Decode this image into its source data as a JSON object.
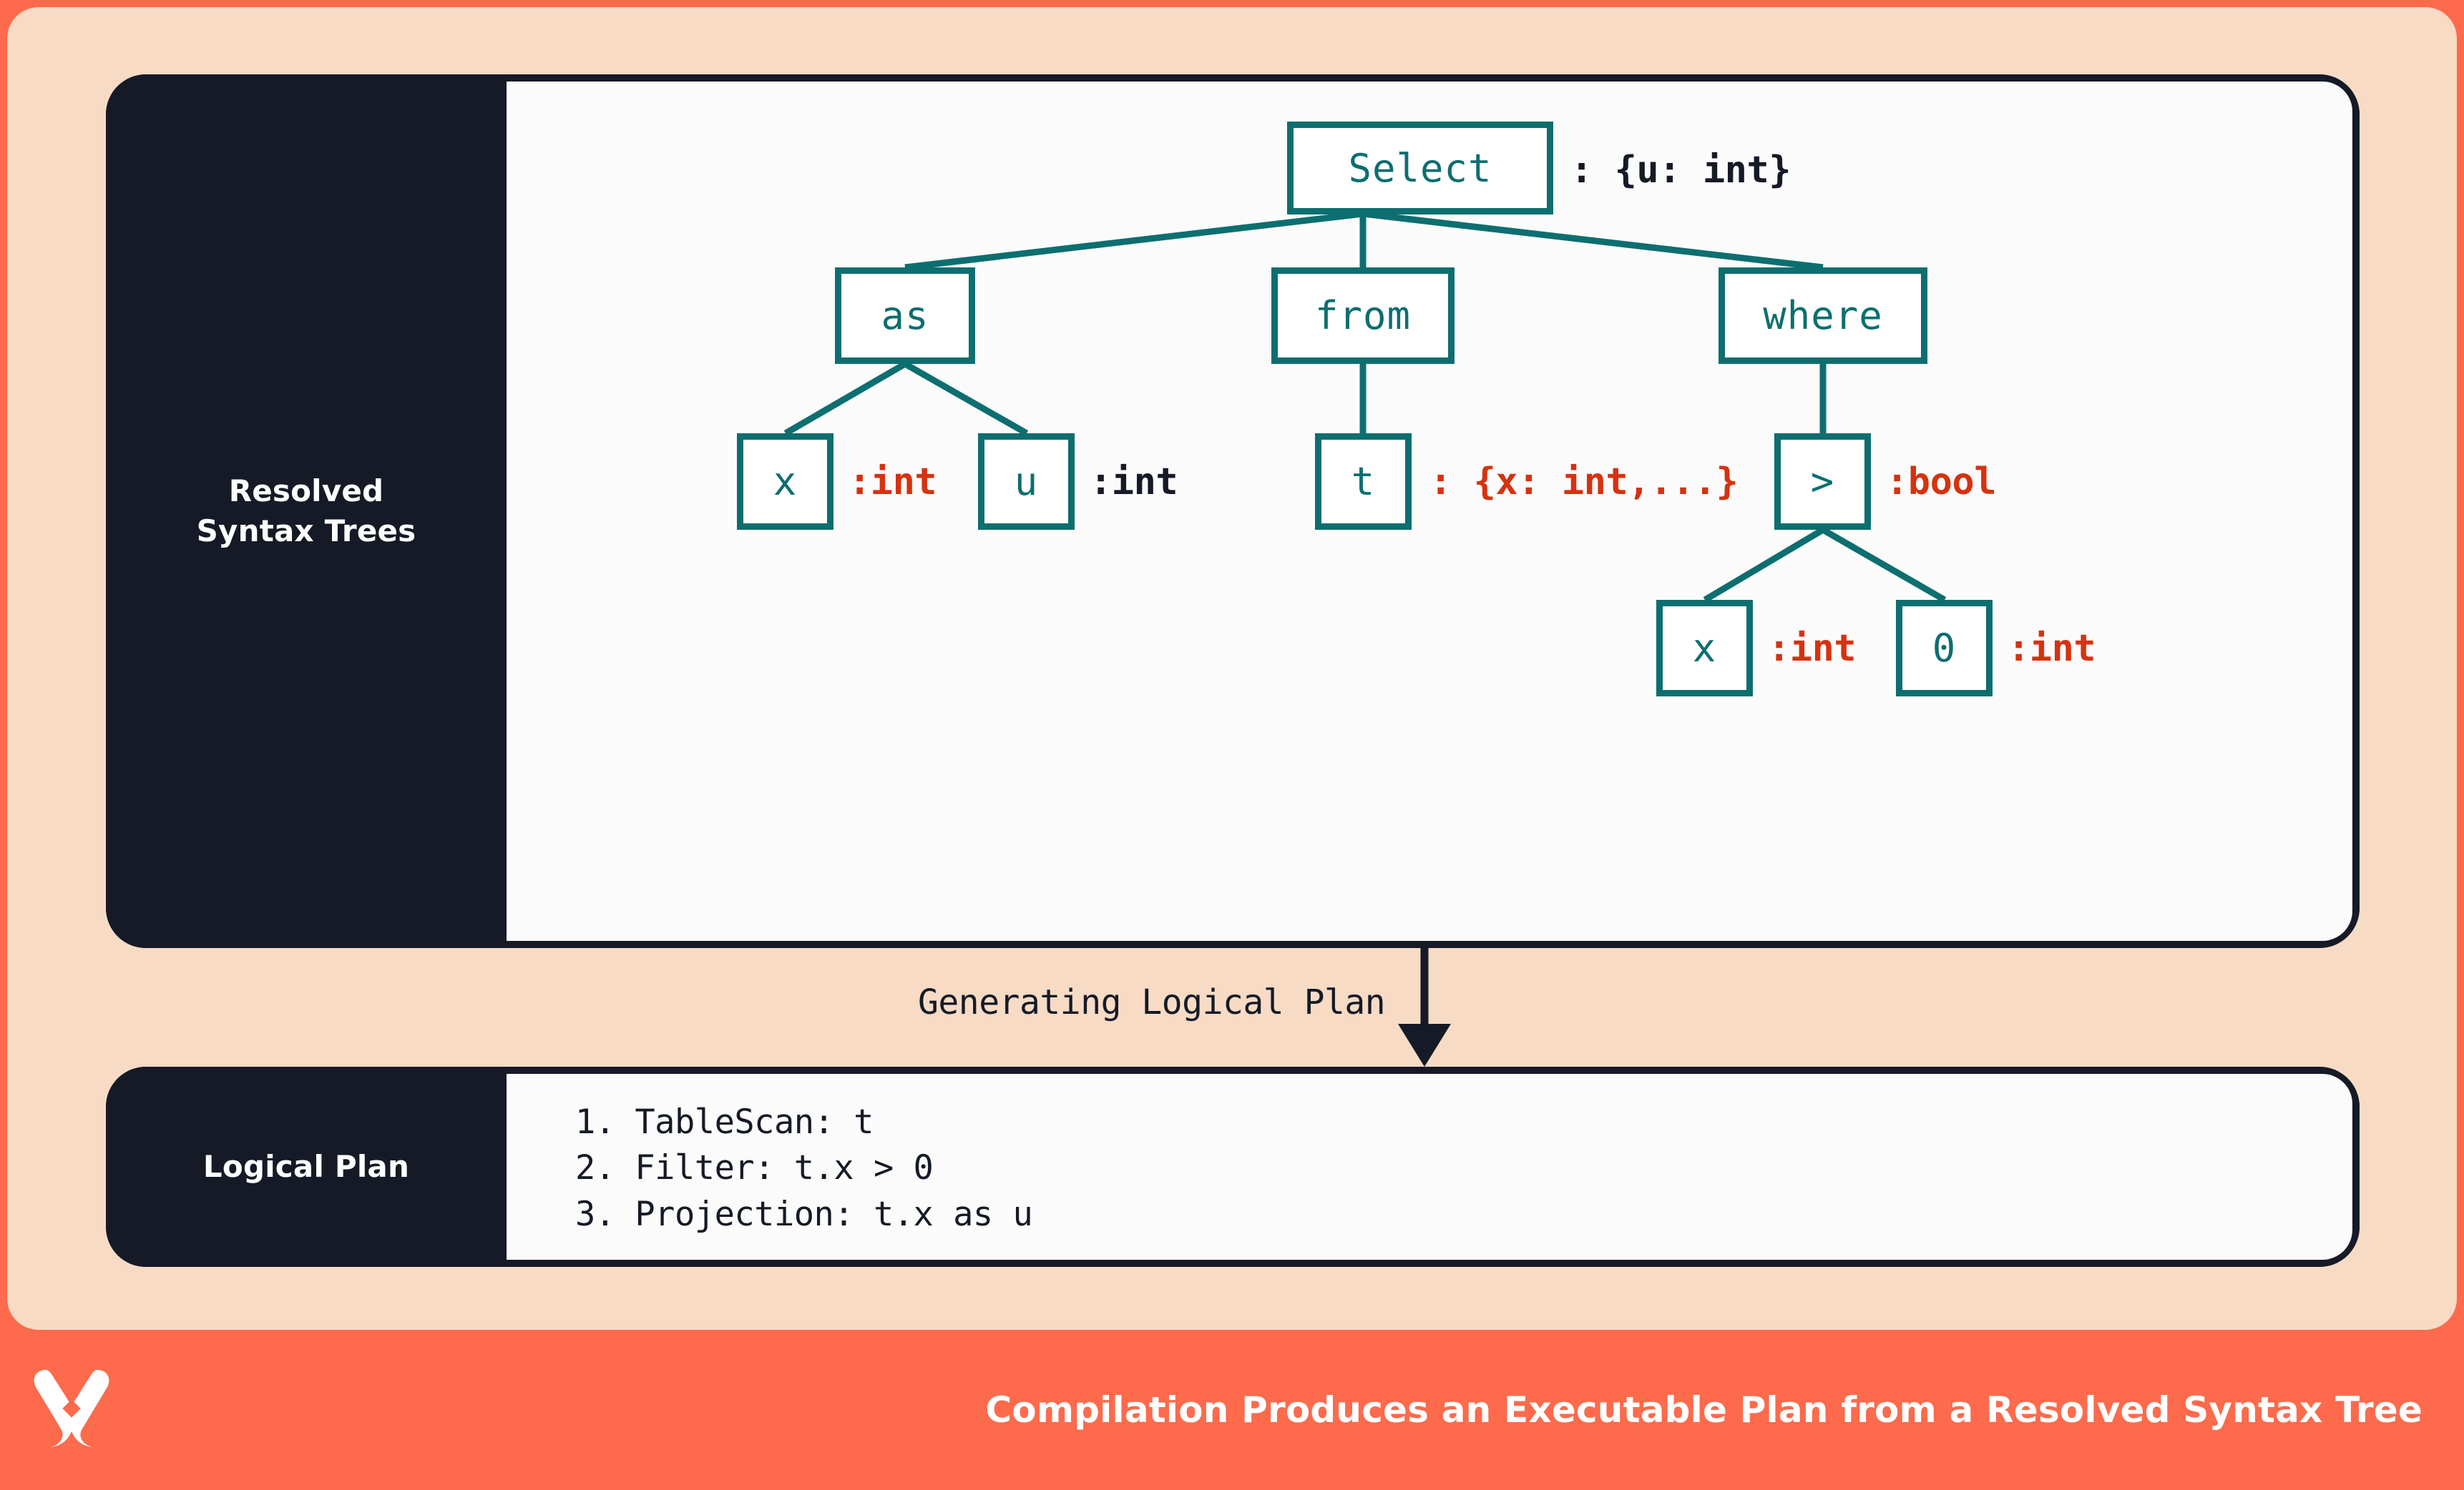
{
  "theme": {
    "frame_color": "#fd6a4c",
    "background_color": "#f7dbc5",
    "card_dark": "#151a26",
    "card_body": "#fbfbfc",
    "node_teal": "#0d6e70",
    "type_red": "#d6320f",
    "type_dark": "#151a26"
  },
  "tree_panel": {
    "label_line1": "Resolved",
    "label_line2": "Syntax Trees",
    "nodes": {
      "select": {
        "text": "Select",
        "type": ": {u: int}",
        "type_color": "dark"
      },
      "as": {
        "text": "as",
        "type": "",
        "type_color": "none"
      },
      "from": {
        "text": "from",
        "type": "",
        "type_color": "none"
      },
      "where": {
        "text": "where",
        "type": "",
        "type_color": "none"
      },
      "as_x": {
        "text": "x",
        "type": ":int",
        "type_color": "red"
      },
      "as_u": {
        "text": "u",
        "type": ":int",
        "type_color": "dark"
      },
      "from_t": {
        "text": "t",
        "type": ": {x: int,...}",
        "type_color": "red"
      },
      "gt": {
        "text": ">",
        "type": ":bool",
        "type_color": "red"
      },
      "gt_x": {
        "text": "x",
        "type": ":int",
        "type_color": "red"
      },
      "gt_zero": {
        "text": "0",
        "type": ":int",
        "type_color": "red"
      }
    }
  },
  "transition": {
    "label": "Generating Logical Plan"
  },
  "plan_panel": {
    "label": "Logical Plan",
    "lines": [
      "1. TableScan: t",
      "2. Filter: t.x > 0",
      "3. Projection: t.x as u"
    ]
  },
  "footer": {
    "logo_name": "butterfly-x-logo",
    "caption": "Compilation Produces an Executable Plan from a Resolved Syntax Tree"
  }
}
